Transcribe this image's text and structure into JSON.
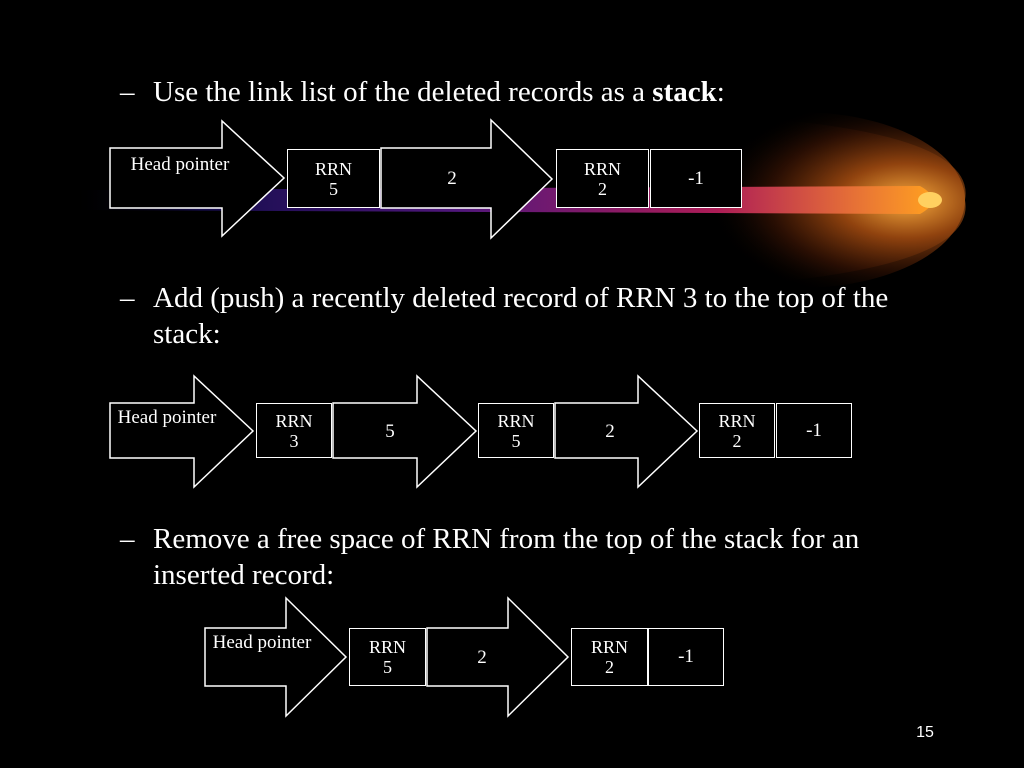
{
  "bullets": [
    {
      "dash": "–",
      "text_before": "Use the link list of the deleted records as a ",
      "bold": "stack",
      "text_after": ":"
    },
    {
      "dash": "–",
      "text": "Add (push) a recently deleted record of RRN 3 to the top of the stack:"
    },
    {
      "dash": "–",
      "text": "Remove a free space of RRN from the top of the stack for an inserted record:"
    }
  ],
  "diagram1": {
    "head": {
      "line1": "Head",
      "line2": "pointer"
    },
    "node1": {
      "rrn_line1": "RRN",
      "rrn_line2": "5",
      "next": "2"
    },
    "node2": {
      "rrn_line1": "RRN",
      "rrn_line2": "2",
      "next": "-1"
    }
  },
  "diagram2": {
    "head": {
      "line1": "Head",
      "line2": "pointer"
    },
    "node1": {
      "rrn_line1": "RRN",
      "rrn_line2": "3",
      "next": "5"
    },
    "node2": {
      "rrn_line1": "RRN",
      "rrn_line2": "5",
      "next": "2"
    },
    "node3": {
      "rrn_line1": "RRN",
      "rrn_line2": "2",
      "next": "-1"
    }
  },
  "diagram3": {
    "head": {
      "line1": "Head",
      "line2": "pointer"
    },
    "node1": {
      "rrn_line1": "RRN",
      "rrn_line2": "5",
      "next": "2"
    },
    "node2": {
      "rrn_line1": "RRN",
      "rrn_line2": "2",
      "next": "-1"
    }
  },
  "page_number": "15",
  "colors": {
    "background": "#000000",
    "text": "#ffffff",
    "comet_core": "#ff9a1a",
    "comet_tail": "#3a1a8a"
  }
}
